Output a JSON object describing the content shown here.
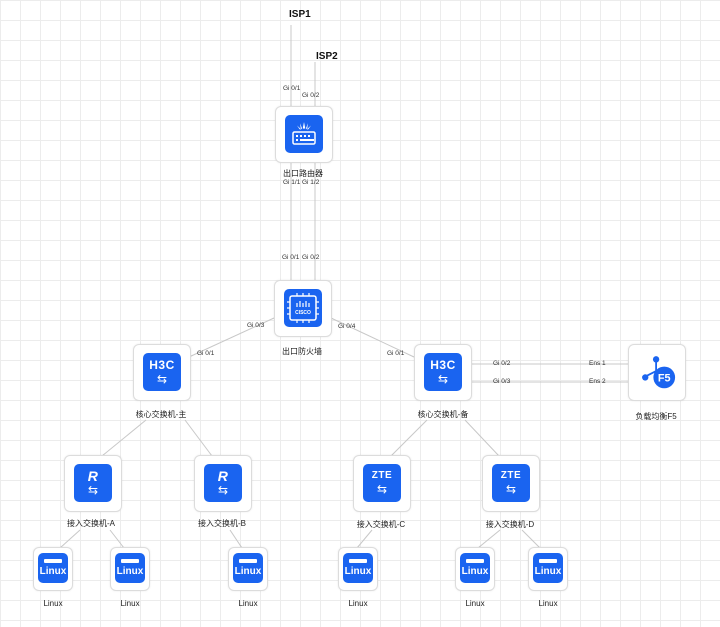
{
  "isp": {
    "isp1": "ISP1",
    "isp2": "ISP2"
  },
  "nodes": {
    "router": {
      "label": "出口路由器",
      "icon": "huawei-router-icon"
    },
    "firewall": {
      "label": "出口防火墙",
      "icon": "cisco-firewall-icon",
      "brand": "CISCO"
    },
    "core_main": {
      "label": "核心交换机-主",
      "brand": "H3C"
    },
    "core_backup": {
      "label": "核心交换机-备",
      "brand": "H3C"
    },
    "f5": {
      "label": "负载均衡F5",
      "brand": "F5"
    },
    "access_a": {
      "label": "接入交换机-A",
      "brand": "R"
    },
    "access_b": {
      "label": "接入交换机-B",
      "brand": "R"
    },
    "access_c": {
      "label": "接入交换机-C",
      "brand": "ZTE"
    },
    "access_d": {
      "label": "接入交换机-D",
      "brand": "ZTE"
    },
    "servers": [
      {
        "label": "Linux",
        "screen": "Linux"
      },
      {
        "label": "Linux",
        "screen": "Linux"
      },
      {
        "label": "Linux",
        "screen": "Linux"
      },
      {
        "label": "Linux",
        "screen": "Linux"
      },
      {
        "label": "Linux",
        "screen": "Linux"
      },
      {
        "label": "Linux",
        "screen": "Linux"
      }
    ]
  },
  "ports": {
    "router_gi01": "Gi 0/1",
    "router_gi02": "Gi 0/2",
    "router_gi11": "Gi 1/1",
    "router_gi12": "Gi 1/2",
    "fw_gi01": "Gi 0/1",
    "fw_gi02": "Gi 0/2",
    "fw_gi03": "Gi 0/3",
    "fw_gi04": "Gi 0/4",
    "core_main_gi01": "Gi 0/1",
    "core_backup_gi01": "Gi 0/1",
    "core_backup_gi02": "Gi 0/2",
    "core_backup_gi03": "Gi 0/3",
    "f5_ens1": "Ens 1",
    "f5_ens2": "Ens 2"
  },
  "colors": {
    "device_blue": "#1a64f0",
    "link": "#c8c8c8"
  }
}
